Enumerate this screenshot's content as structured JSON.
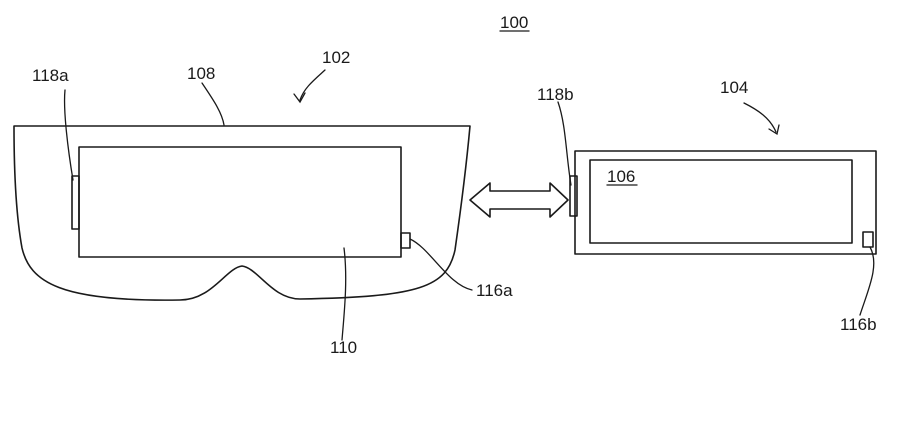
{
  "figure": {
    "labels": {
      "system": "100",
      "hmd": "102",
      "device": "104",
      "device_display": "106",
      "hmd_strap": "108",
      "hmd_display": "110",
      "hmd_port": "116a",
      "device_port": "116b",
      "hmd_connector": "118a",
      "device_connector": "118b"
    }
  }
}
